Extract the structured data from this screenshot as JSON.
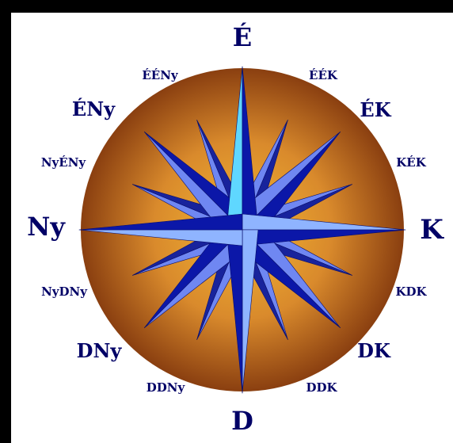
{
  "compass": {
    "labels": {
      "n": "É",
      "nne": "ÉÉK",
      "ne": "ÉK",
      "ene": "KÉK",
      "e": "K",
      "ese": "KDK",
      "se": "DK",
      "sse": "DDK",
      "s": "D",
      "ssw": "DDNy",
      "sw": "DNy",
      "wsw": "NyDNy",
      "w": "Ny",
      "wnw": "NyÉNy",
      "nw": "ÉNy",
      "nnw": "ÉÉNy"
    },
    "colors": {
      "background": "#000000",
      "panel": "#ffffff",
      "disc_center": "#f2b632",
      "disc_edge": "#8a3f10",
      "label": "#000066",
      "cardinal_light": "#8fb4ff",
      "cardinal_dark": "#0b17a8",
      "north_tip": "#5fd7ff",
      "minor_light": "#6f87f2",
      "minor_dark": "#18239c"
    }
  }
}
